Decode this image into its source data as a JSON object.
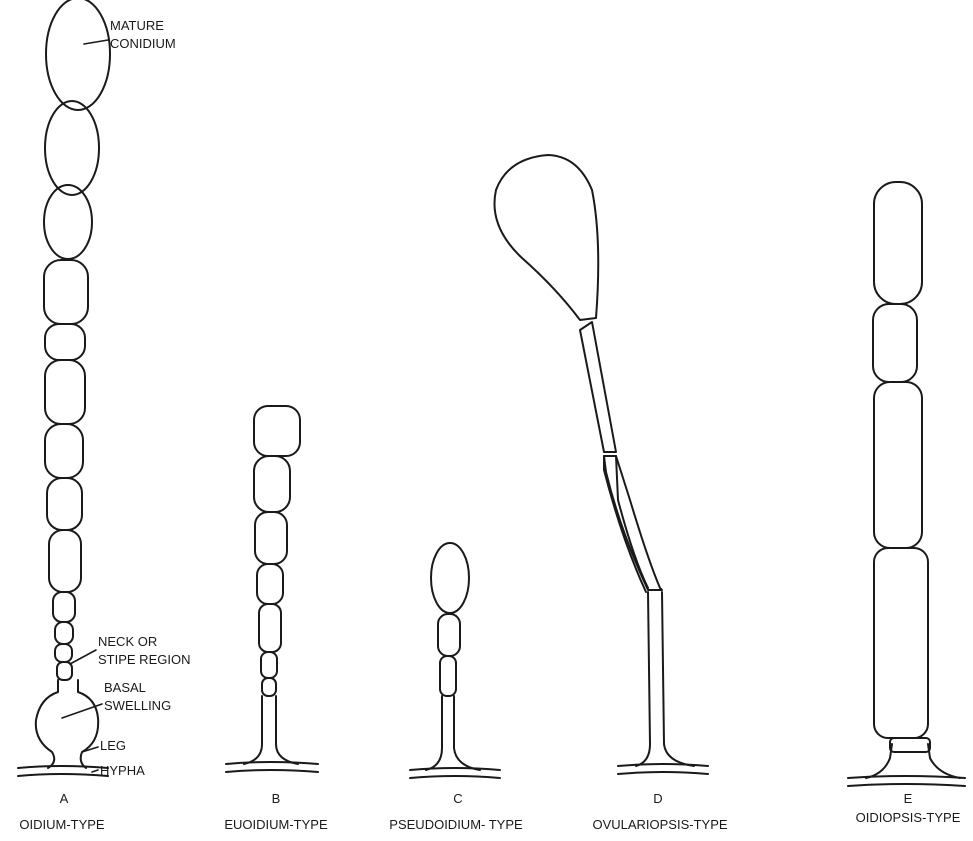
{
  "annotations": {
    "mature_conidium": [
      "MATURE",
      "CONIDIUM"
    ],
    "neck": [
      "NECK OR",
      "STIPE REGION"
    ],
    "basal": [
      "BASAL",
      "SWELLING"
    ],
    "leg": "LEG",
    "hypha": "HYPHA"
  },
  "panels": [
    {
      "letter": "A",
      "caption": "OIDIUM-TYPE"
    },
    {
      "letter": "B",
      "caption": "EUOIDIUM-TYPE"
    },
    {
      "letter": "C",
      "caption": "PSEUDOIDIUM- TYPE"
    },
    {
      "letter": "D",
      "caption": "OVULARIOPSIS-TYPE"
    },
    {
      "letter": "E",
      "caption": "OIDIOPSIS-TYPE"
    }
  ]
}
